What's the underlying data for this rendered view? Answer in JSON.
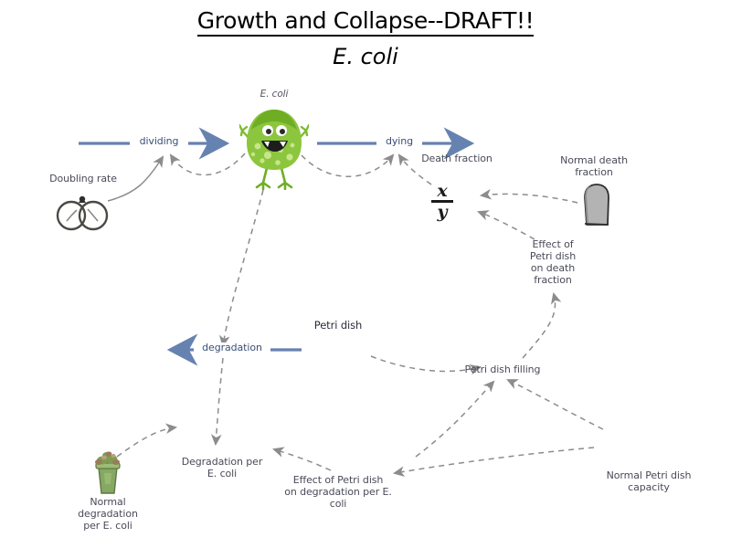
{
  "title": {
    "main": "Growth and Collapse--DRAFT!!",
    "subtitle": "E. coli"
  },
  "diagram": {
    "type": "system-dynamics-stock-and-flow",
    "stocks": [
      {
        "id": "ecoli",
        "label": "E. coli"
      },
      {
        "id": "petri_dish",
        "label": "Petri dish"
      }
    ],
    "flows": [
      {
        "id": "dividing",
        "label": "dividing",
        "direction": "right",
        "into": "E. coli"
      },
      {
        "id": "dying",
        "label": "dying",
        "direction": "right",
        "out_of": "E. coli"
      },
      {
        "id": "degradation",
        "label": "degradation",
        "direction": "left",
        "out_of": "Petri dish"
      }
    ],
    "variables": [
      {
        "id": "doubling_rate",
        "label": "Doubling rate",
        "icon": "stopwatch-icon"
      },
      {
        "id": "death_fraction",
        "label": "Death fraction",
        "icon": "fraction-x-over-y-icon"
      },
      {
        "id": "normal_death_fraction",
        "label": "Normal death fraction",
        "icon": "gravestone-icon"
      },
      {
        "id": "effect_petri_death",
        "label": "Effect of\nPetri dish\non death\nfraction"
      },
      {
        "id": "petri_dish_filling",
        "label": "Petri dish filling"
      },
      {
        "id": "normal_petri_capacity",
        "label": "Normal Petri dish\ncapacity"
      },
      {
        "id": "degradation_per_ecoli",
        "label": "Degradation per\nE. coli"
      },
      {
        "id": "effect_petri_degradation",
        "label": "Effect of Petri dish\non degradation per E.\ncoli"
      },
      {
        "id": "normal_degradation_per_ecoli",
        "label": "Normal\ndegradation\nper E. coli",
        "icon": "trash-bin-icon"
      }
    ],
    "icon_labels": {
      "ecoli_character": "ecoli-bacteria-character-icon",
      "stopwatch": "stopwatch-icon",
      "gravestone": "gravestone-icon",
      "trash_bin": "trash-bin-icon",
      "fraction_numerator": "x",
      "fraction_denominator": "y"
    },
    "colors": {
      "flow_arrow": "#6682b0",
      "flow_label": "#3a4f77",
      "causal_link": "#8c8c8c",
      "label_text": "#3b3b4f",
      "ecoli_body": "#8cc63f",
      "ecoli_body_dark": "#6fae24",
      "gravestone": "#b3b3b3",
      "bin_green": "#86a863",
      "background": "#ffffff"
    }
  }
}
